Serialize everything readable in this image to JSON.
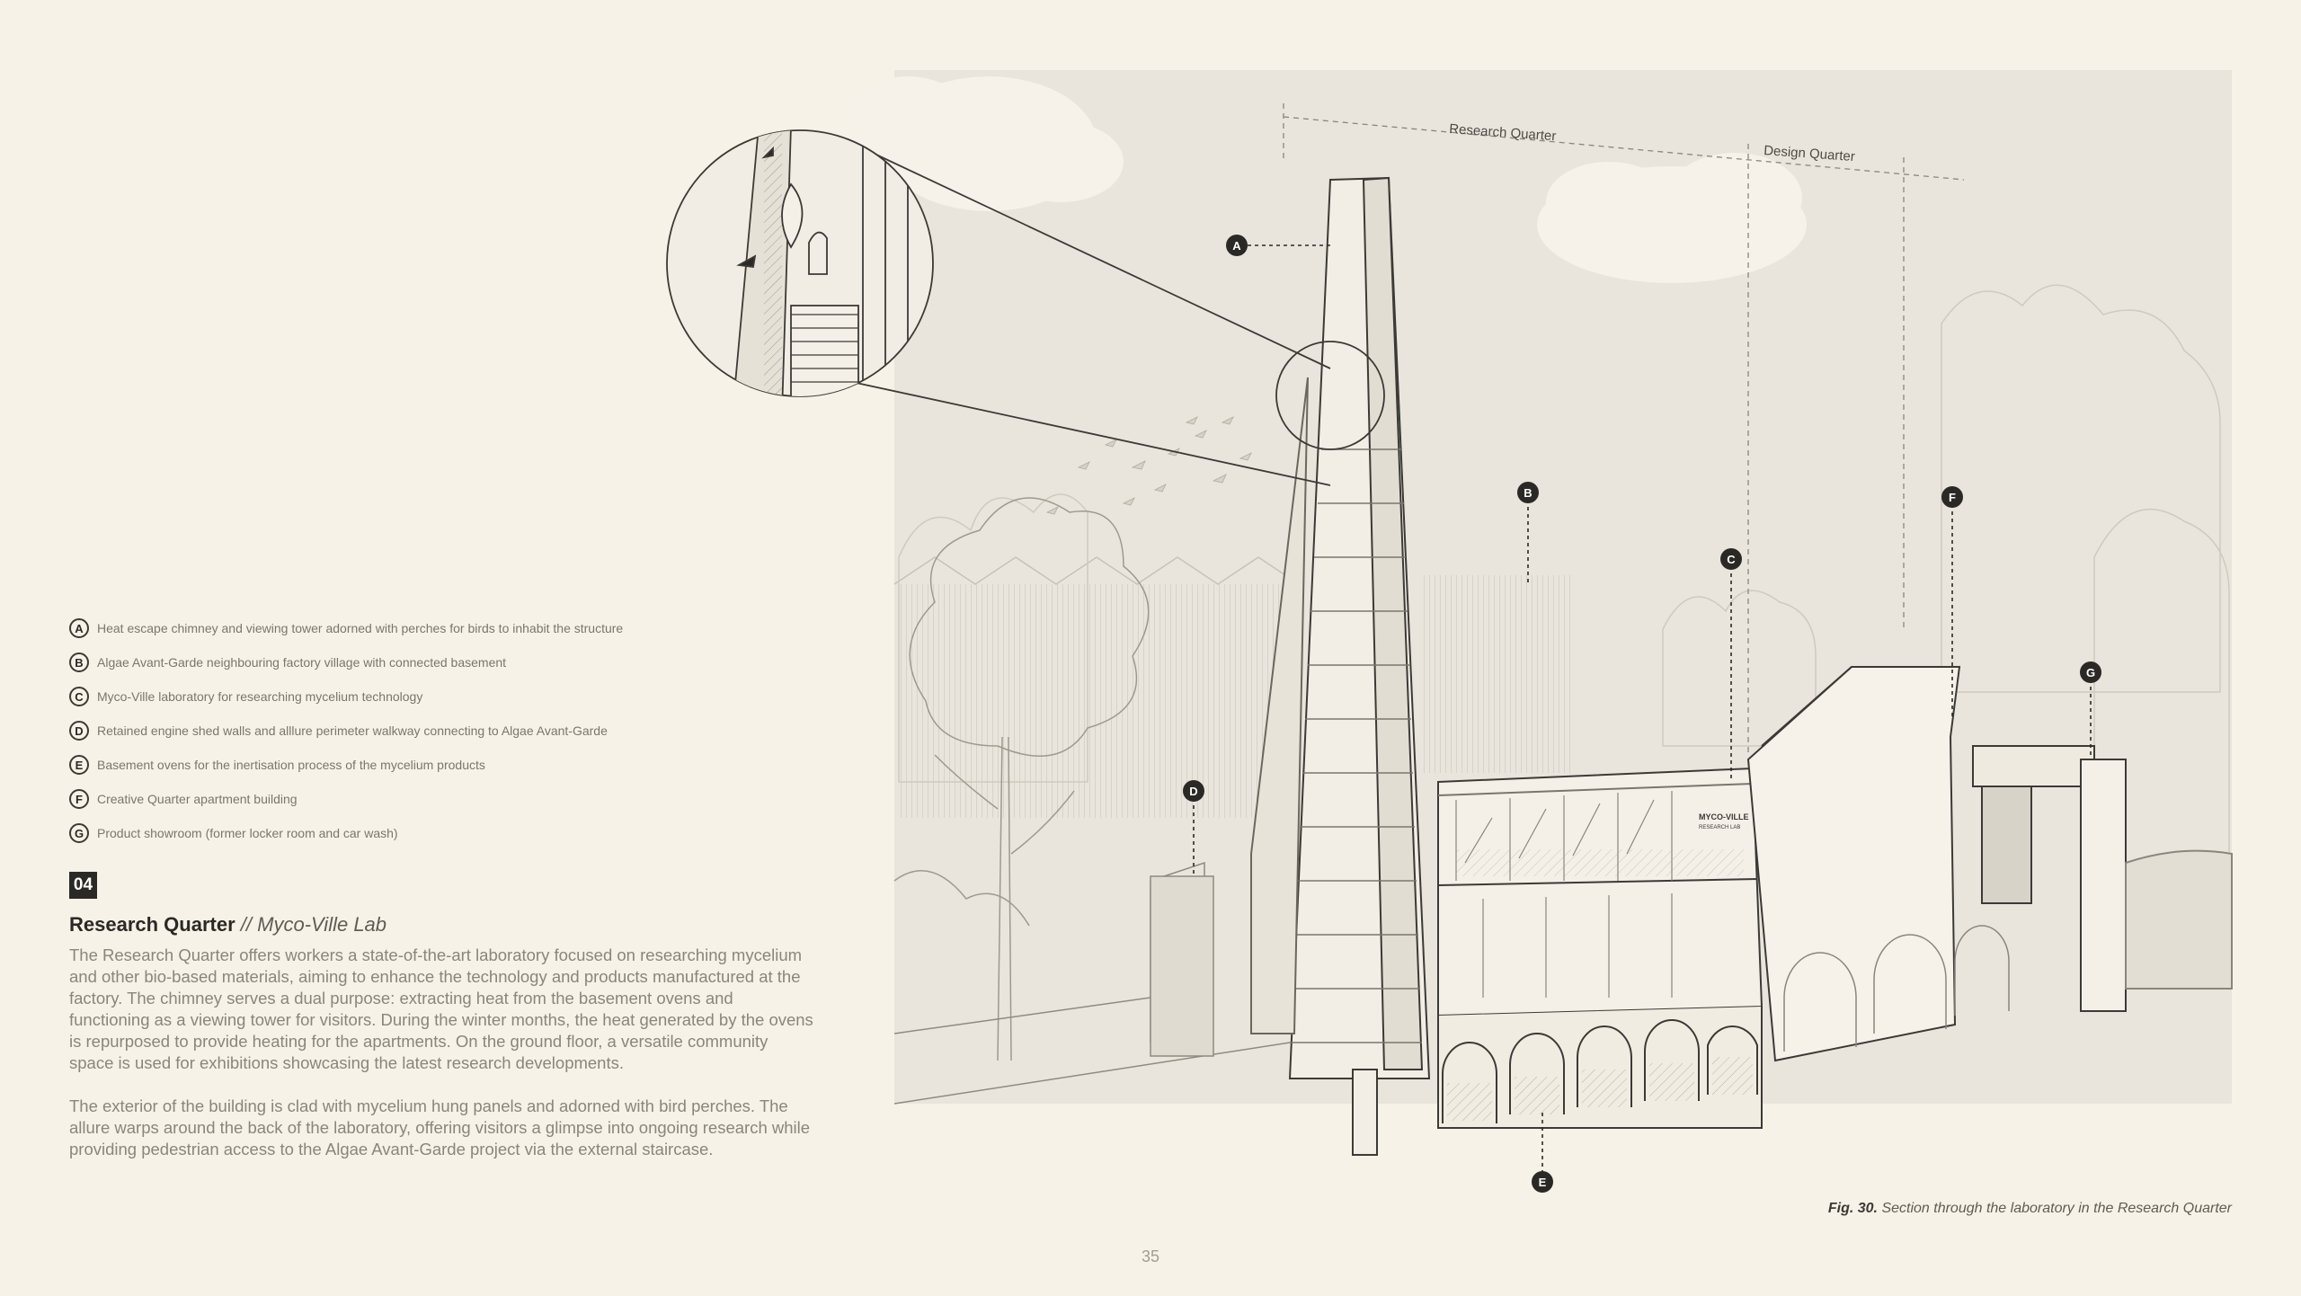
{
  "legend": [
    {
      "letter": "A",
      "text": "Heat escape chimney and viewing tower adorned with perches for birds to inhabit the structure"
    },
    {
      "letter": "B",
      "text": "Algae Avant-Garde neighbouring factory village with connected basement"
    },
    {
      "letter": "C",
      "text": "Myco-Ville laboratory for researching mycelium technology"
    },
    {
      "letter": "D",
      "text": "Retained engine shed walls and alllure perimeter walkway connecting to Algae Avant-Garde"
    },
    {
      "letter": "E",
      "text": "Basement ovens for the inertisation process of the mycelium products"
    },
    {
      "letter": "F",
      "text": "Creative Quarter apartment building"
    },
    {
      "letter": "G",
      "text": "Product showroom (former locker room and car wash)"
    }
  ],
  "section": {
    "number": "04",
    "title": "Research Quarter",
    "separator": "//",
    "subtitle": "Myco-Ville Lab",
    "paragraphs": [
      "The Research Quarter offers workers a state-of-the-art laboratory focused on researching mycelium and other bio-based materials, aiming to enhance the technology and products manufactured at the factory. The chimney serves a dual purpose: extracting heat from the basement ovens and functioning as a viewing tower for visitors. During the winter months, the heat generated by the ovens is repurposed to provide heating for the apartments. On the ground floor, a versatile community space is used for exhibitions showcasing the latest research developments.",
      "The exterior of the building is clad with mycelium hung panels and adorned with bird perches. The allure warps around the back of the laboratory, offering visitors a glimpse into ongoing research while providing pedestrian access to the Algae Avant-Garde project via the external staircase."
    ]
  },
  "drawing": {
    "quarter_labels": {
      "research": "Research Quarter",
      "design": "Design Quarter"
    },
    "markers": [
      "A",
      "B",
      "C",
      "D",
      "E",
      "F",
      "G"
    ],
    "sign": {
      "line1": "MYCO-VILLE",
      "line2": "RESEARCH LAB"
    }
  },
  "caption": {
    "fig": "Fig. 30.",
    "text": "Section through the laboratory in the Research Quarter"
  },
  "page_number": "35",
  "colors": {
    "background": "#f7f2e7",
    "drawing_panel": "#e9e5dc",
    "ink": "#2b2925",
    "text": "#8a857d"
  }
}
